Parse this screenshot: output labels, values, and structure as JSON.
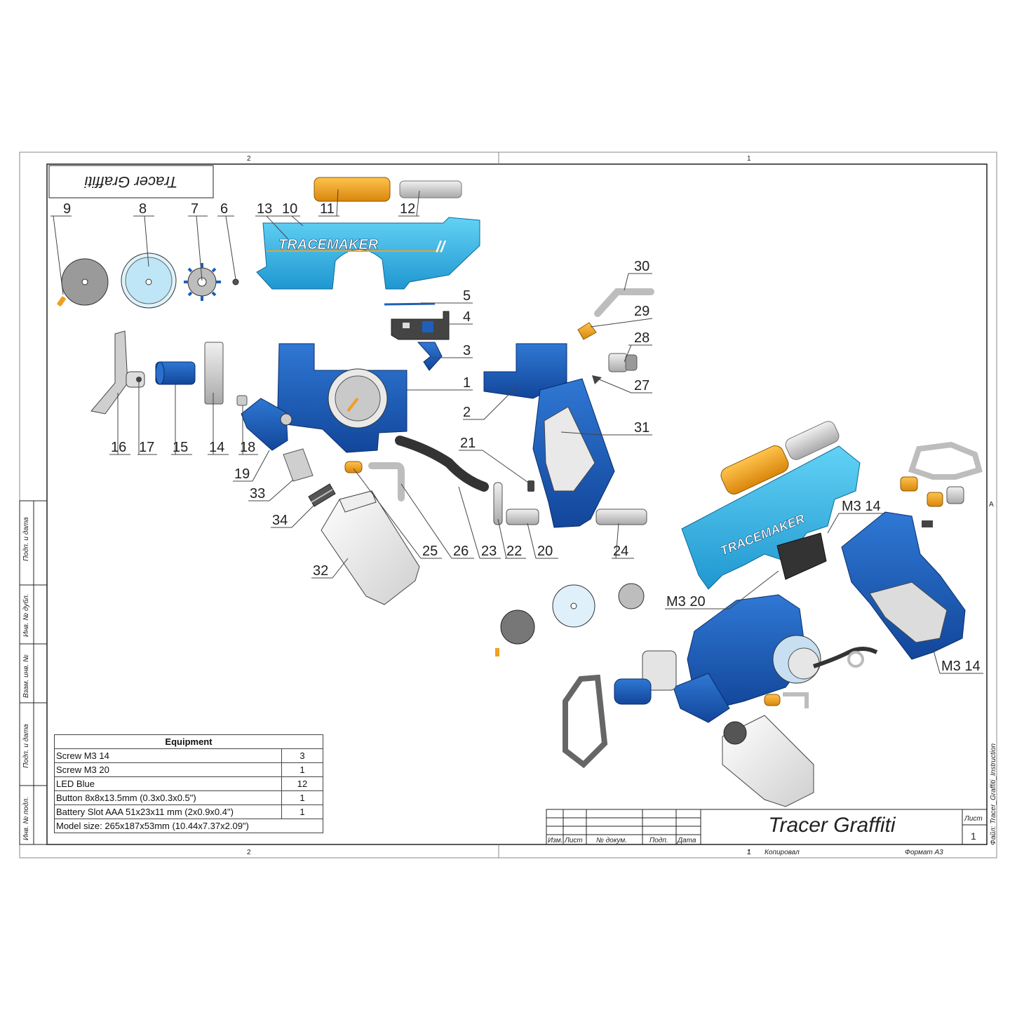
{
  "title": "Tracer Graffiti",
  "top_label": "Tracer Graffiti",
  "zone_marks": {
    "top_left": "2",
    "top_right": "1",
    "bottom_left": "2",
    "bottom_right": "1",
    "side": "A"
  },
  "brand_text": "TRACEMAKER",
  "part_numbers": [
    "1",
    "2",
    "3",
    "4",
    "5",
    "6",
    "7",
    "8",
    "9",
    "10",
    "11",
    "12",
    "13",
    "14",
    "15",
    "16",
    "17",
    "18",
    "19",
    "20",
    "21",
    "22",
    "23",
    "24",
    "25",
    "26",
    "27",
    "28",
    "29",
    "30",
    "31",
    "32",
    "33",
    "34"
  ],
  "screw_callouts": [
    "M3 14",
    "M3 20",
    "M3 14"
  ],
  "equipment": {
    "header": "Equipment",
    "rows": [
      {
        "name": "Screw M3 14",
        "qty": "3"
      },
      {
        "name": "Screw M3 20",
        "qty": "1"
      },
      {
        "name": "LED Blue",
        "qty": "12"
      },
      {
        "name": "Button 8x8x13.5mm (0.3x0.3x0.5\")",
        "qty": "1"
      },
      {
        "name": "Battery Slot AAA 51x23x11 mm (2x0.9x0.4\")",
        "qty": "1"
      }
    ],
    "footer": "Model size: 265x187x53mm (10.44x7.37x2.09\")"
  },
  "title_block": {
    "cols": [
      "Изм.",
      "Лист",
      "№ докум.",
      "Подп.",
      "Дата"
    ],
    "sheet_label": "Лист",
    "sheet_number": "1",
    "copied": "Копировал",
    "format": "Формат А3",
    "page_num": "1"
  },
  "side_stamp": [
    "Подп. и дата",
    "Инв. № дубл.",
    "Взам. инв. №",
    "Подп. и дата",
    "Инв. № подл."
  ],
  "file_label": "Файл: Tracer_Graffiti_Instruction",
  "colors": {
    "dark_blue": "#1f5fb8",
    "light_blue": "#36b6e6",
    "orange": "#f0a020",
    "gray": "#c9c9c9",
    "dark": "#333333"
  }
}
